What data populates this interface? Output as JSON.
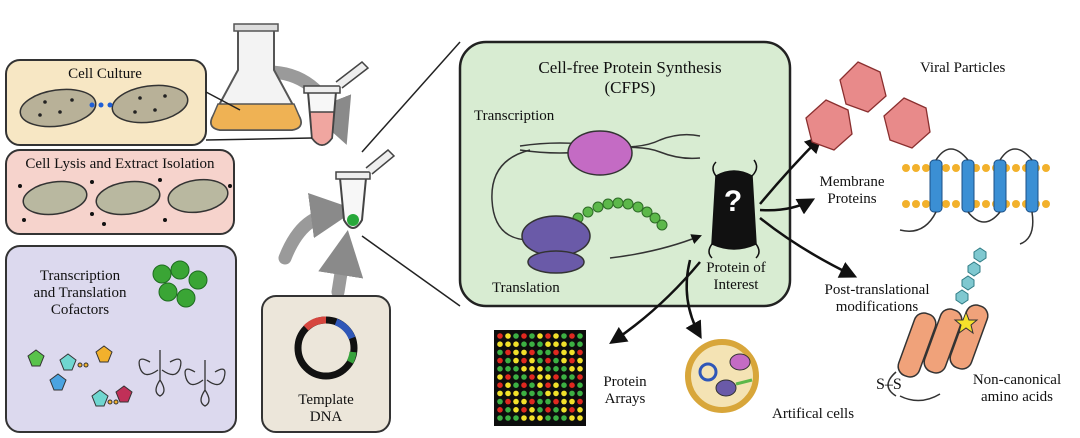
{
  "panels": {
    "cell_culture": "Cell Culture",
    "cell_lysis": "Cell Lysis and Extract Isolation",
    "cofactors": [
      "Transcription",
      "and Translation",
      "Cofactors"
    ],
    "template": [
      "Template",
      "DNA"
    ]
  },
  "cfps": {
    "title": "Cell-free Protein Synthesis",
    "abbr": "(CFPS)",
    "transcription": "Transcription",
    "translation": "Translation",
    "protein_of_interest": [
      "Protein of",
      "Interest"
    ],
    "question_mark": "?"
  },
  "applications": {
    "viral_particles": "Viral Particles",
    "membrane_proteins": [
      "Membrane",
      "Proteins"
    ],
    "ptm": [
      "Post-translational",
      "modifications"
    ],
    "ncaa": [
      "Non-canonical",
      "amino acids"
    ],
    "protein_arrays": [
      "Protein",
      "Arrays"
    ],
    "artificial_cells": "Artifical cells",
    "disulfide": "S–S"
  },
  "colors": {
    "culture_panel": "#f7e7c4",
    "lysis_panel": "#f6d3cc",
    "cofactor_panel": "#dcd9ee",
    "template_panel": "#ece6da",
    "cfps_panel": "#d8ecd2",
    "ribosome": "#6a5aa8",
    "rna_polymerase": "#c46bc4",
    "peptide": "#5cb84a",
    "viral": "#e88a8a",
    "membrane_protein": "#3b8fd4",
    "lipid_head": "#f2b12c",
    "alpha_helix": "#f0a27a",
    "star": "#f5e12b"
  },
  "icons": [
    "flask-icon",
    "tube-icon",
    "bacteria-icon",
    "ribosome-icon",
    "polymerase-icon",
    "dna-plasmid-icon",
    "virus-icon",
    "membrane-icon",
    "trna-icon",
    "star-icon"
  ]
}
